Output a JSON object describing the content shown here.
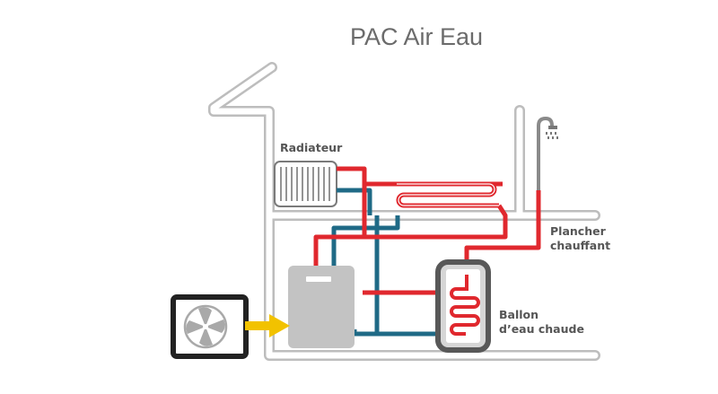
{
  "title": "PAC Air Eau",
  "labels": {
    "radiator": "Radiateur",
    "floor_line1": "Plancher",
    "floor_line2": "chauffant",
    "tank_line1": "Ballon",
    "tank_line2": "d’eau chaude"
  },
  "icons": {
    "fan": "fan-icon",
    "shower": "shower-icon",
    "arrow": "heat-flow-arrow-icon"
  },
  "colors": {
    "hot": "#e0282e",
    "cold": "#1f6a86",
    "house_outline": "#bdbdbd",
    "arrow": "#f2c200",
    "heat_pump": "#bfbfbf",
    "tank_frame": "#585858",
    "outdoor_unit_frame": "#222222"
  }
}
